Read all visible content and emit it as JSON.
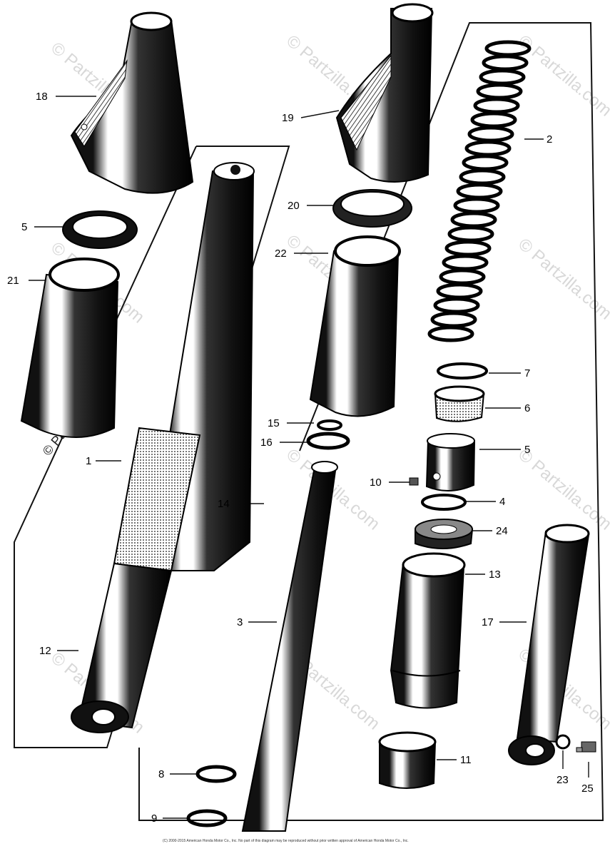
{
  "watermark": "© Partzilla.com",
  "copyright_note": "(C) 2000-2015 American Honda Motor Co., Inc. No part of this diagram may be reproduced without prior written approval of American Honda Motor Co., Inc.",
  "callouts": [
    {
      "id": "c18",
      "label": "18"
    },
    {
      "id": "c19",
      "label": "19"
    },
    {
      "id": "c2",
      "label": "2"
    },
    {
      "id": "c5a",
      "label": "5"
    },
    {
      "id": "c20",
      "label": "20"
    },
    {
      "id": "c21",
      "label": "21"
    },
    {
      "id": "c22",
      "label": "22"
    },
    {
      "id": "c7",
      "label": "7"
    },
    {
      "id": "c6",
      "label": "6"
    },
    {
      "id": "c15",
      "label": "15"
    },
    {
      "id": "c16",
      "label": "16"
    },
    {
      "id": "c5b",
      "label": "5"
    },
    {
      "id": "c1",
      "label": "1"
    },
    {
      "id": "c10",
      "label": "10"
    },
    {
      "id": "c4",
      "label": "4"
    },
    {
      "id": "c14",
      "label": "14"
    },
    {
      "id": "c24",
      "label": "24"
    },
    {
      "id": "c13",
      "label": "13"
    },
    {
      "id": "c3",
      "label": "3"
    },
    {
      "id": "c17",
      "label": "17"
    },
    {
      "id": "c12",
      "label": "12"
    },
    {
      "id": "c11",
      "label": "11"
    },
    {
      "id": "c8",
      "label": "8"
    },
    {
      "id": "c23",
      "label": "23"
    },
    {
      "id": "c25",
      "label": "25"
    },
    {
      "id": "c9",
      "label": "9"
    }
  ]
}
